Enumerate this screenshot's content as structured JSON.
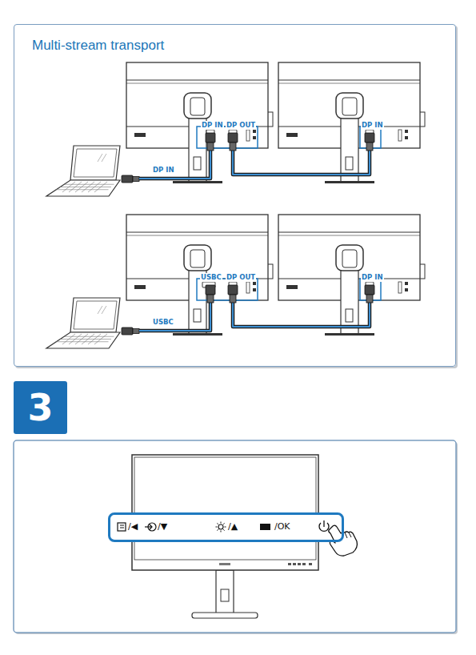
{
  "diagram": {
    "nodes": [
      {
        "text": [
          "Multi-stream transport"
        ]
      },
      {
        "text": [
          "3"
        ]
      },
      {
        "text": [
          "/◀",
          "/▼",
          "/▲",
          "/OK"
        ]
      }
    ],
    "labels": [
      "DP IN",
      "DP OUT",
      "DP IN",
      "DP IN",
      "USBC",
      "DP OUT",
      "DP IN",
      "USBC"
    ]
  }
}
